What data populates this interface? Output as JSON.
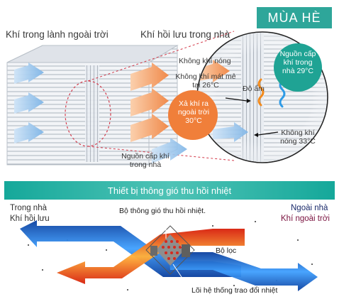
{
  "top": {
    "season": "MÙA HÈ",
    "fresh_outdoor_air": "Khí trong lành ngoài trời",
    "return_indoor_air": "Khí hồi lưu trong nhà",
    "hot_air": "Không khí nóng",
    "cool_air_26": "Không khí mát mẻ tại 26°C",
    "humidity": "Độ ẩm",
    "exhaust_30": "Xả khí ra ngoài trời 30°C",
    "indoor_source_29": "Nguồn cấp khí trong nhà 29°C",
    "hot_air_33": "Không khí nóng 33°C",
    "indoor_supply": "Nguồn cấp khí trong nhà"
  },
  "bottom": {
    "title": "Thiết bị thông gió thu hồi nhiệt",
    "indoor": "Trong nhà",
    "return_air": "Khí hồi lưu",
    "outdoor": "Ngoài nhà",
    "outdoor_air": "Khí ngoài trời",
    "device": "Bộ thông gió thu hồi nhiệt.",
    "filter": "Bộ lọc",
    "core": "Lõi hệ thống trao đổi nhiệt"
  },
  "colors": {
    "teal": "#2ea69a",
    "warm_brown": "#c79a63",
    "cool_blue": "#4f86d6",
    "hot_orange": "#f08a4b",
    "cold_blue_arrow": "#2f7fd8"
  }
}
